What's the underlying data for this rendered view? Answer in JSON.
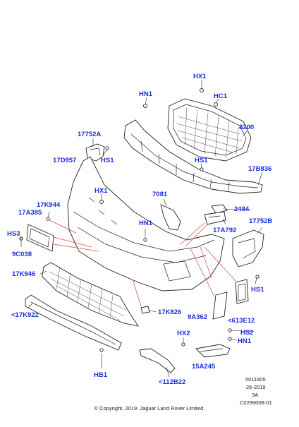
{
  "callouts": {
    "hx1_top": "HX1",
    "hn1_top": "HN1",
    "hc1": "HC1",
    "c8200": "8200",
    "c17752a": "17752A",
    "c17d957": "17D957",
    "hs1_a": "HS1",
    "hs1_b": "HS1",
    "c17b836": "17B836",
    "hx1_mid": "HX1",
    "c7081": "7081",
    "c17k944": "17K944",
    "c17a385": "17A385",
    "c2484": "2484",
    "hn1_mid": "HN1",
    "c17a792": "17A792",
    "c17752b": "17752B",
    "hs3": "HS3",
    "c9c038": "9C038",
    "c17k946": "17K946",
    "hs1_c": "HS1",
    "c17k826": "17K826",
    "c9a362": "9A362",
    "c613e12": "<613E12",
    "c17k922": "<17K922",
    "hx2": "HX2",
    "hs2": "HS2",
    "hn1_low": "HN1",
    "c15a245": "15A245",
    "hb1": "HB1",
    "c112b22": "<112B22"
  },
  "meta": {
    "ref1": "5011905",
    "ref2": "26-2019",
    "ref3": "3A",
    "ref4": "C0299008-01"
  },
  "copyright": "© Copyright, 2019. Jaguar Land Rover Limited.",
  "colors": {
    "callout": "#1a2fd6",
    "leader_red": "#e04040",
    "line": "#222222"
  }
}
